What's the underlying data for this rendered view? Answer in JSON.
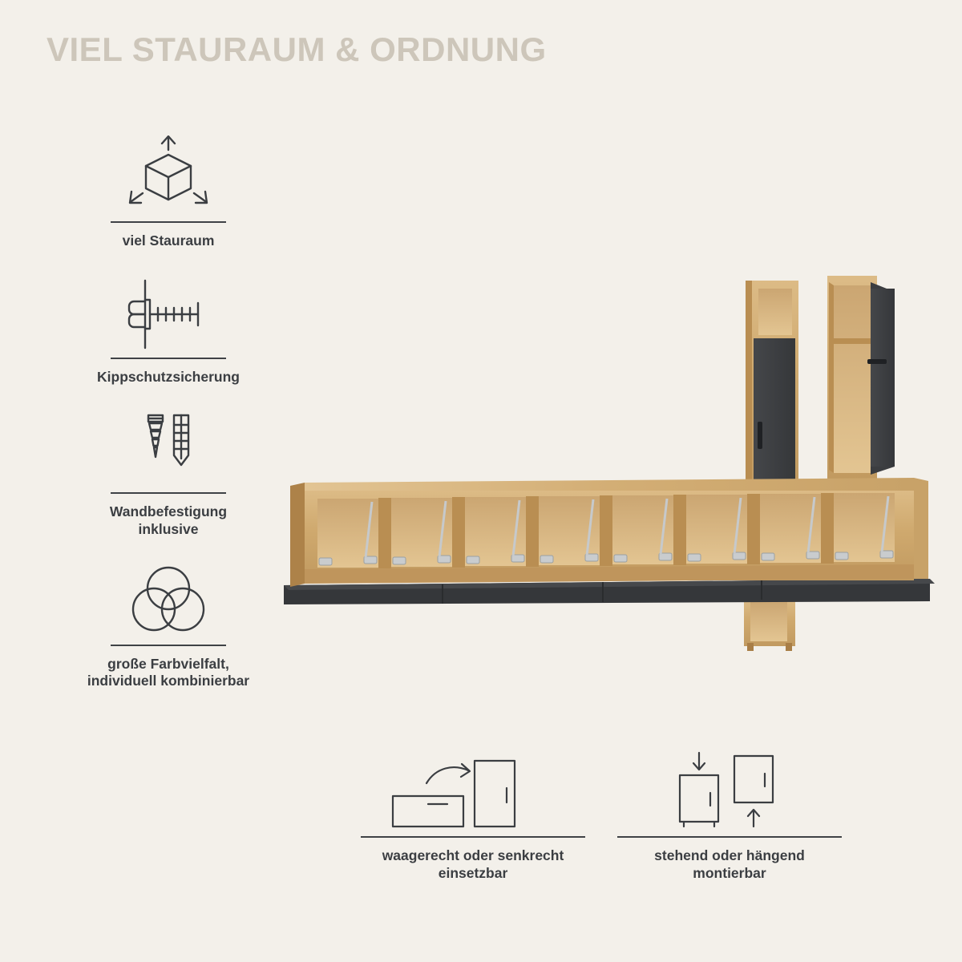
{
  "page": {
    "title": "VIEL STAURAUM & ORDNUNG",
    "background_color": "#f3f0ea",
    "title_color": "#cdc6ba",
    "text_color": "#3b3e42"
  },
  "features": [
    {
      "icon": "cube-arrows-icon",
      "caption": "viel Stauraum"
    },
    {
      "icon": "wall-screw-anchor-icon",
      "caption": "Kippschutzsicherung"
    },
    {
      "icon": "screw-and-dowel-icon",
      "caption": "Wandbefestigung\ninklusive",
      "caption_line1": "Wandbefestigung",
      "caption_line2": "inklusive"
    },
    {
      "icon": "three-circles-venn-icon",
      "caption": "große Farbvielfalt,\nindividuell kombinierbar",
      "caption_line1": "große Farbvielfalt,",
      "caption_line2": "individuell kombinierbar"
    }
  ],
  "bottom_features": [
    {
      "icon": "horizontal-or-vertical-icon",
      "caption_line1": "waagerecht oder senkrecht",
      "caption_line2": "einsetzbar"
    },
    {
      "icon": "standing-or-hanging-icon",
      "caption_line1": "stehend oder hängend",
      "caption_line2": "montierbar"
    }
  ],
  "illustration": {
    "name": "wall-shelf-furniture-set",
    "colors": {
      "oak_light": "#d7b279",
      "oak_mid": "#c49a5f",
      "oak_dark": "#a97f45",
      "oak_inner": "#e0c08c",
      "anthracite": "#3d3f42",
      "anthracite_dark": "#2f3134",
      "handle": "#26282b",
      "hinge": "#c9ccce"
    }
  }
}
